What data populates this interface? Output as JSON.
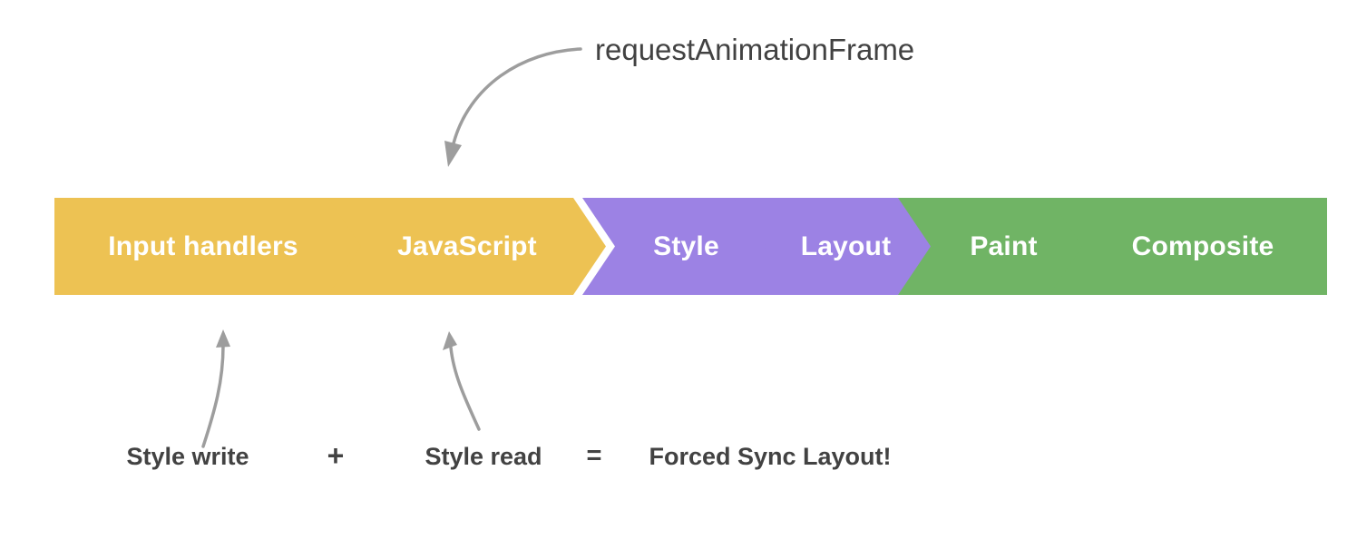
{
  "diagram": {
    "title_annotation": "requestAnimationFrame",
    "pipeline": {
      "segments": [
        {
          "label": "Input handlers",
          "color": "#edc253"
        },
        {
          "label": "JavaScript",
          "color": "#edc253"
        },
        {
          "label": "Style",
          "color": "#9c82e4"
        },
        {
          "label": "Layout",
          "color": "#9c82e4"
        },
        {
          "label": "Paint",
          "color": "#70b465"
        },
        {
          "label": "Composite",
          "color": "#70b465"
        }
      ]
    },
    "equation": {
      "style_write": "Style write",
      "plus": "+",
      "style_read": "Style read",
      "equals": "=",
      "result": "Forced Sync Layout!"
    },
    "colors": {
      "stage_yellow": "#edc253",
      "stage_purple": "#9c82e4",
      "stage_green": "#70b465",
      "arrow_gray": "#9d9d9d",
      "text_dark": "#424242",
      "segment_text": "#ffffff",
      "background": "#ffffff"
    },
    "icons": {
      "raf_arrow": "curved-arrow-down-left",
      "style_write_arrow": "curved-arrow-up",
      "style_read_arrow": "curved-arrow-up"
    }
  }
}
